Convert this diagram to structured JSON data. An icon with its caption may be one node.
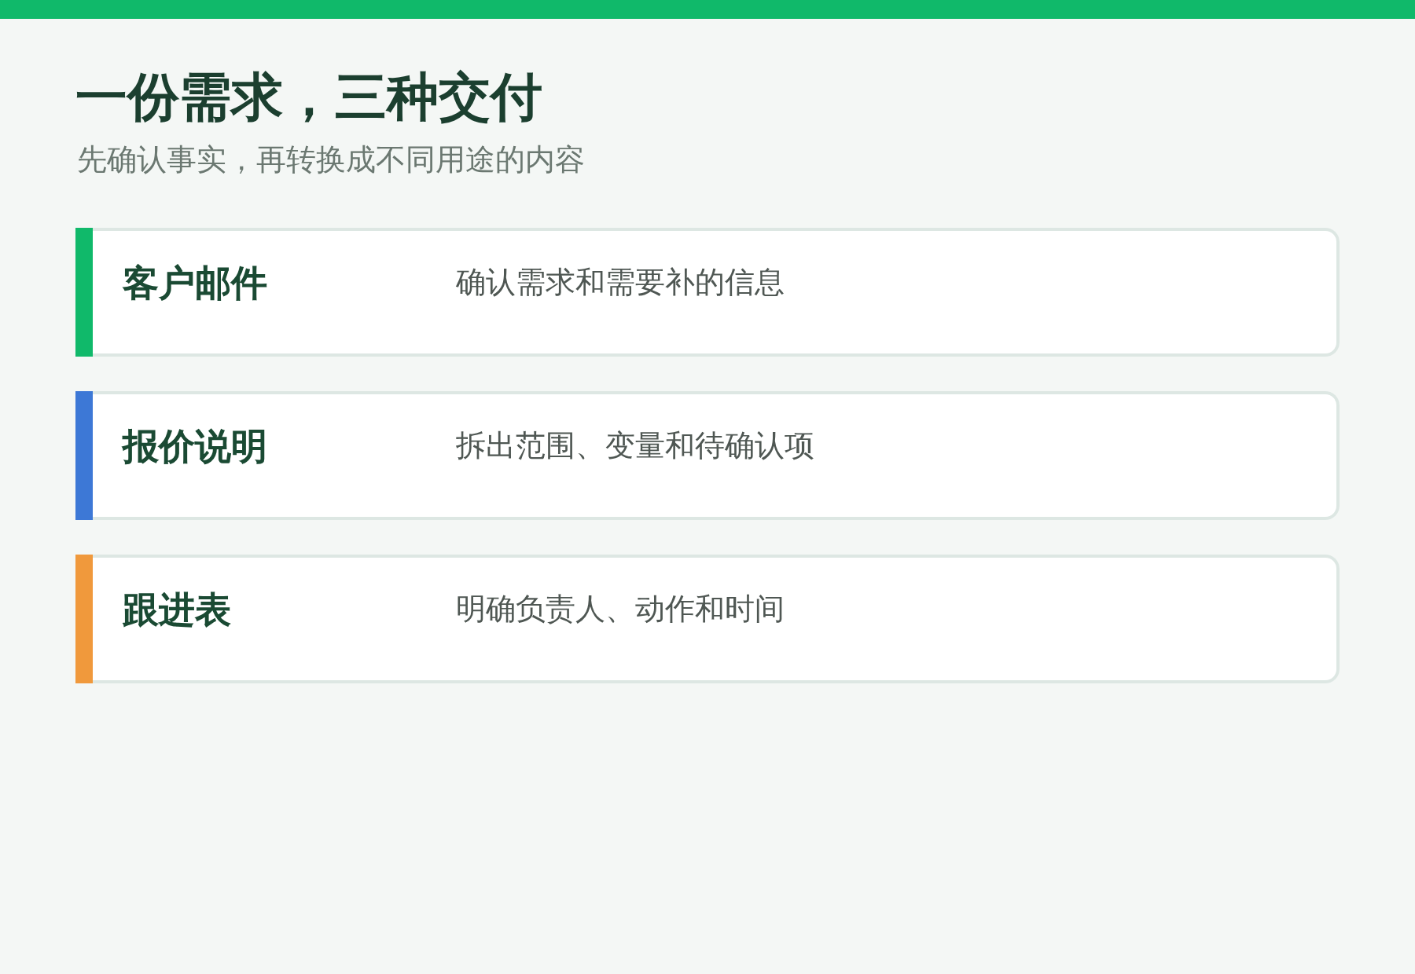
{
  "diagram": {
    "title": "一份需求，三种交付",
    "nodes": [
      {
        "text": [
          "客户邮件",
          "确认需求和需要补的信息"
        ]
      },
      {
        "text": [
          "报价说明",
          "拆出范围、变量和待确认项"
        ]
      },
      {
        "text": [
          "跟进表",
          "明确负责人、动作和时间"
        ]
      }
    ],
    "labels": [
      "先确认事实，再转换成不同用途的内容"
    ]
  }
}
